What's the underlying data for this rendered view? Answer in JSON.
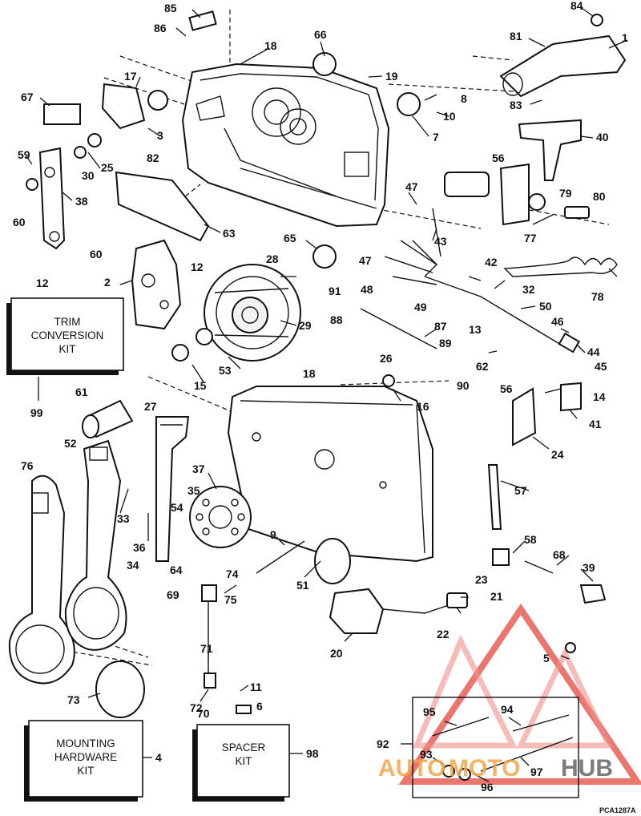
{
  "kit_boxes": {
    "trim": {
      "line1": "TRIM",
      "line2": "CONVERSION",
      "line3": "KIT",
      "number": "99"
    },
    "mounting": {
      "line1": "MOUNTING",
      "line2": "HARDWARE",
      "line3": "KIT",
      "number": "4"
    },
    "spacer": {
      "line1": "SPACER",
      "line2": "KIT",
      "number": "98"
    }
  },
  "callouts": [
    "85",
    "86",
    "18",
    "66",
    "84",
    "81",
    "1",
    "67",
    "17",
    "19",
    "8",
    "83",
    "10",
    "7",
    "40",
    "59",
    "30",
    "25",
    "3",
    "82",
    "38",
    "56",
    "79",
    "80",
    "60",
    "63",
    "47",
    "43",
    "77",
    "65",
    "60",
    "12",
    "2",
    "12",
    "28",
    "47",
    "42",
    "32",
    "48",
    "49",
    "91",
    "78",
    "88",
    "29",
    "50",
    "46",
    "87",
    "13",
    "89",
    "44",
    "26",
    "62",
    "45",
    "53",
    "15",
    "90",
    "18",
    "56",
    "14",
    "16",
    "61",
    "41",
    "27",
    "24",
    "52",
    "37",
    "76",
    "35",
    "57",
    "54",
    "33",
    "36",
    "9",
    "58",
    "68",
    "34",
    "64",
    "74",
    "39",
    "51",
    "23",
    "69",
    "21",
    "75",
    "22",
    "71",
    "20",
    "5",
    "11",
    "73",
    "72",
    "6",
    "70",
    "95",
    "94",
    "92",
    "93",
    "97",
    "96"
  ],
  "figure_code": "PCA1287A",
  "watermark": {
    "part1": "AUTO",
    "part2": "MOTO",
    "part3": "HUB"
  },
  "colors": {
    "ink": "#111111",
    "watermark_red": "#e4483f",
    "watermark_pink": "#f08f8a",
    "watermark_orange": "#f3a64a",
    "watermark_gray": "#666666"
  }
}
